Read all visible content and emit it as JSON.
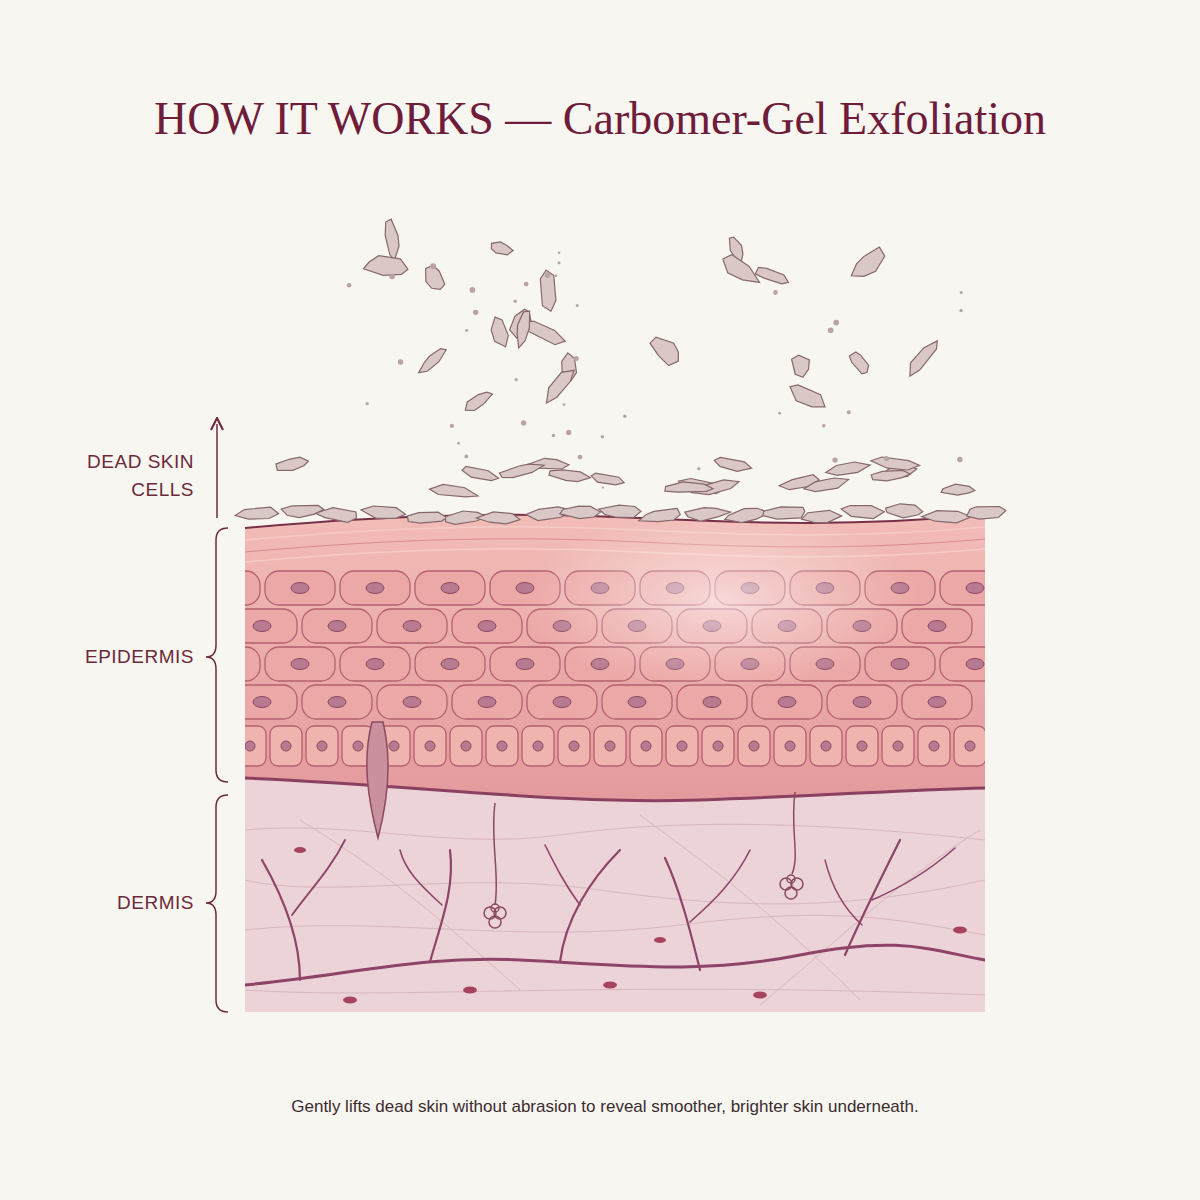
{
  "diagram": {
    "title": "HOW IT WORKS — Carbomer-Gel Exfoliation",
    "caption": "Gently lifts dead skin without abrasion to reveal smoother, brighter skin underneath.",
    "labels": [
      "DEAD SKIN CELLS",
      "EPIDERMIS",
      "DERMIS"
    ]
  }
}
